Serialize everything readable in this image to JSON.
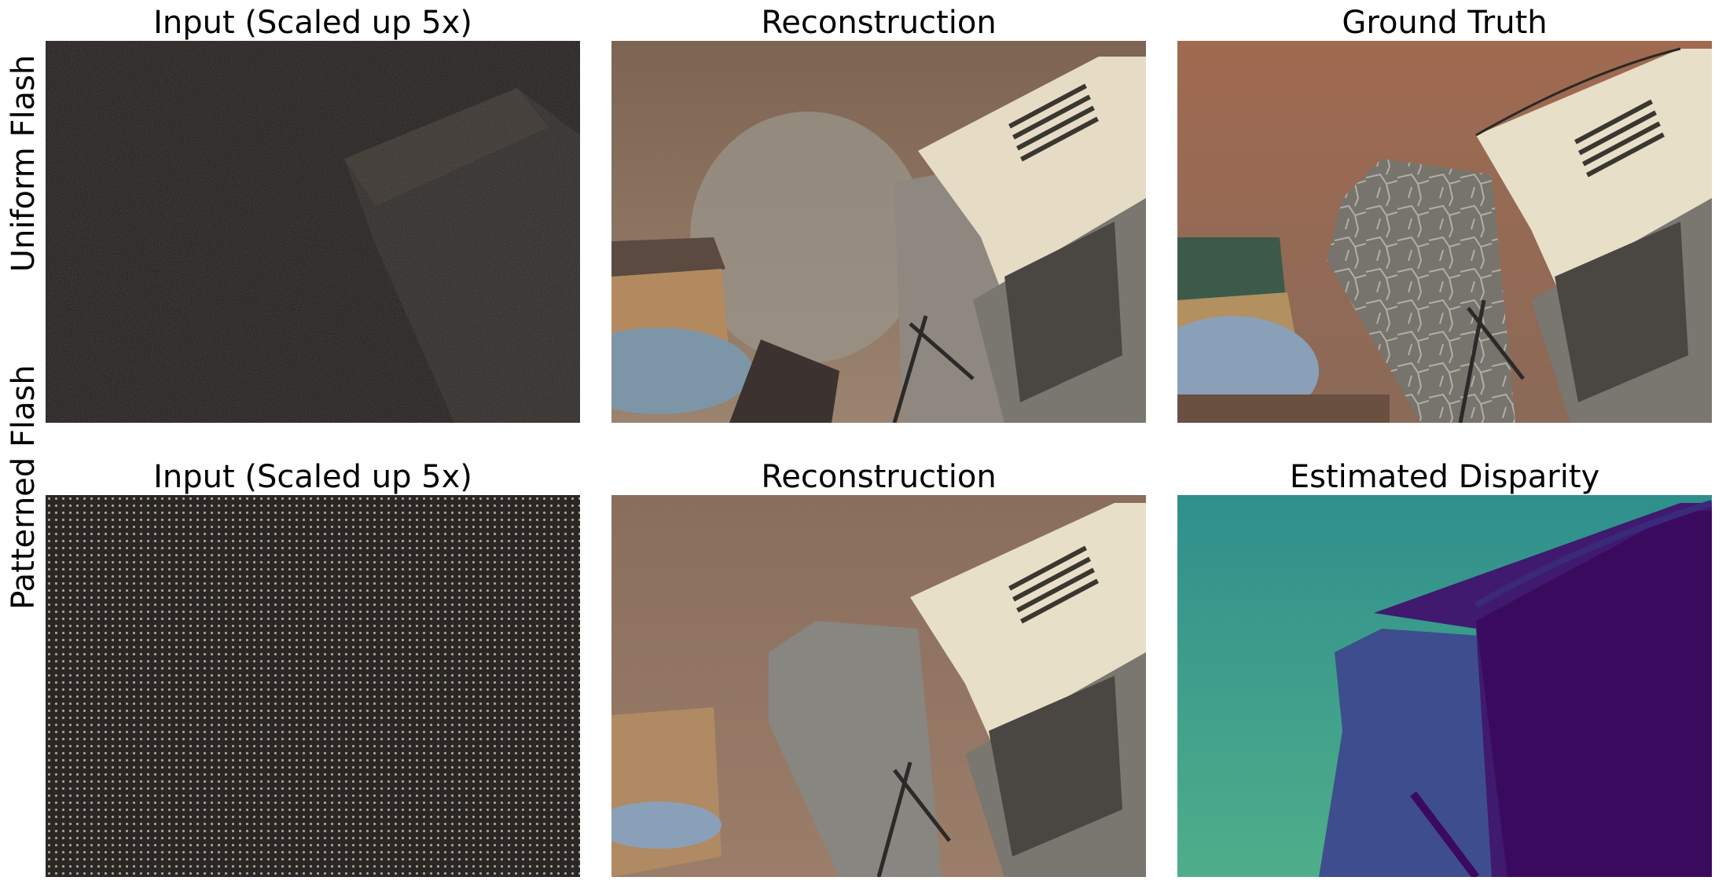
{
  "rows": [
    {
      "label": "Uniform Flash",
      "panels": [
        {
          "title": "Input (Scaled up 5x)"
        },
        {
          "title": "Reconstruction"
        },
        {
          "title": "Ground Truth"
        }
      ]
    },
    {
      "label": "Patterned Flash",
      "panels": [
        {
          "title": "Input (Scaled up 5x)"
        },
        {
          "title": "Reconstruction"
        },
        {
          "title": "Estimated Disparity"
        }
      ]
    }
  ],
  "colors": {
    "sky_brown": "#8a7260",
    "building_cream": "#e8e0cc",
    "stone_gray": "#8c8a84",
    "disparity_teal": "#3e9a8a",
    "disparity_purple": "#3a0a5e"
  }
}
